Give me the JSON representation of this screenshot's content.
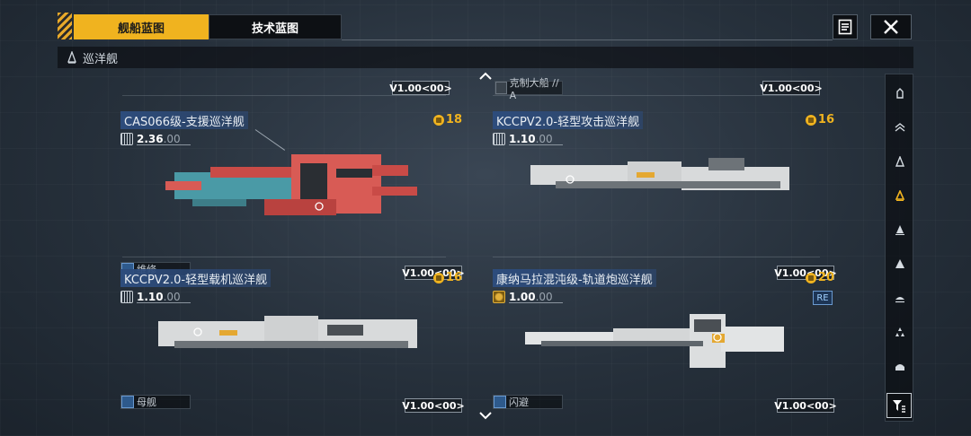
{
  "tabs": [
    {
      "label": "舰船蓝图",
      "active": true
    },
    {
      "label": "技术蓝图",
      "active": false
    }
  ],
  "category": {
    "label": "巡洋舰"
  },
  "top_row": {
    "left_version": "V1.00<00>",
    "right_tag": "克制大船 // A",
    "right_version": "V1.00<00>"
  },
  "cards": [
    {
      "name": "CAS066级-支援巡洋舰",
      "score": "18",
      "version_value": "2.36",
      "version_suffix": ".00",
      "tag": "维修",
      "version_box": "V1.00<00>",
      "colors": {
        "hull_primary": "#d85b55",
        "hull_secondary": "#4a9aa6"
      }
    },
    {
      "name": "KCCPV2.0-轻型攻击巡洋舰",
      "score": "16",
      "version_value": "1.10",
      "version_suffix": ".00",
      "tag": "",
      "version_box": "V1.00<00>",
      "colors": {
        "hull_primary": "#d8dadb",
        "hull_secondary": "#6d7378"
      }
    },
    {
      "name": "KCCPV2.0-轻型载机巡洋舰",
      "score": "16",
      "version_value": "1.10",
      "version_suffix": ".00",
      "tag": "母舰",
      "version_box": "V1.00<00>",
      "colors": {
        "hull_primary": "#d8dadb",
        "hull_secondary": "#6d7378"
      }
    },
    {
      "name": "康纳马拉混沌级-轨道炮巡洋舰",
      "score": "20",
      "version_value": "1.00",
      "version_suffix": ".00",
      "tag": "闪避",
      "badge": "RE",
      "version_box": "V1.00<00>",
      "colors": {
        "hull_primary": "#e2e4e5",
        "hull_secondary": "#5f666c"
      }
    }
  ],
  "rail": {
    "items": [
      "ship-class-1-icon",
      "ship-class-2-icon",
      "ship-class-3-icon",
      "cruiser-icon",
      "ship-class-5-icon",
      "ship-class-6-icon",
      "ship-class-7-icon",
      "ship-class-8-icon",
      "ship-class-9-icon"
    ],
    "active_index": 3,
    "active_color": "#f0b31f"
  },
  "accent": "#f0b31f"
}
